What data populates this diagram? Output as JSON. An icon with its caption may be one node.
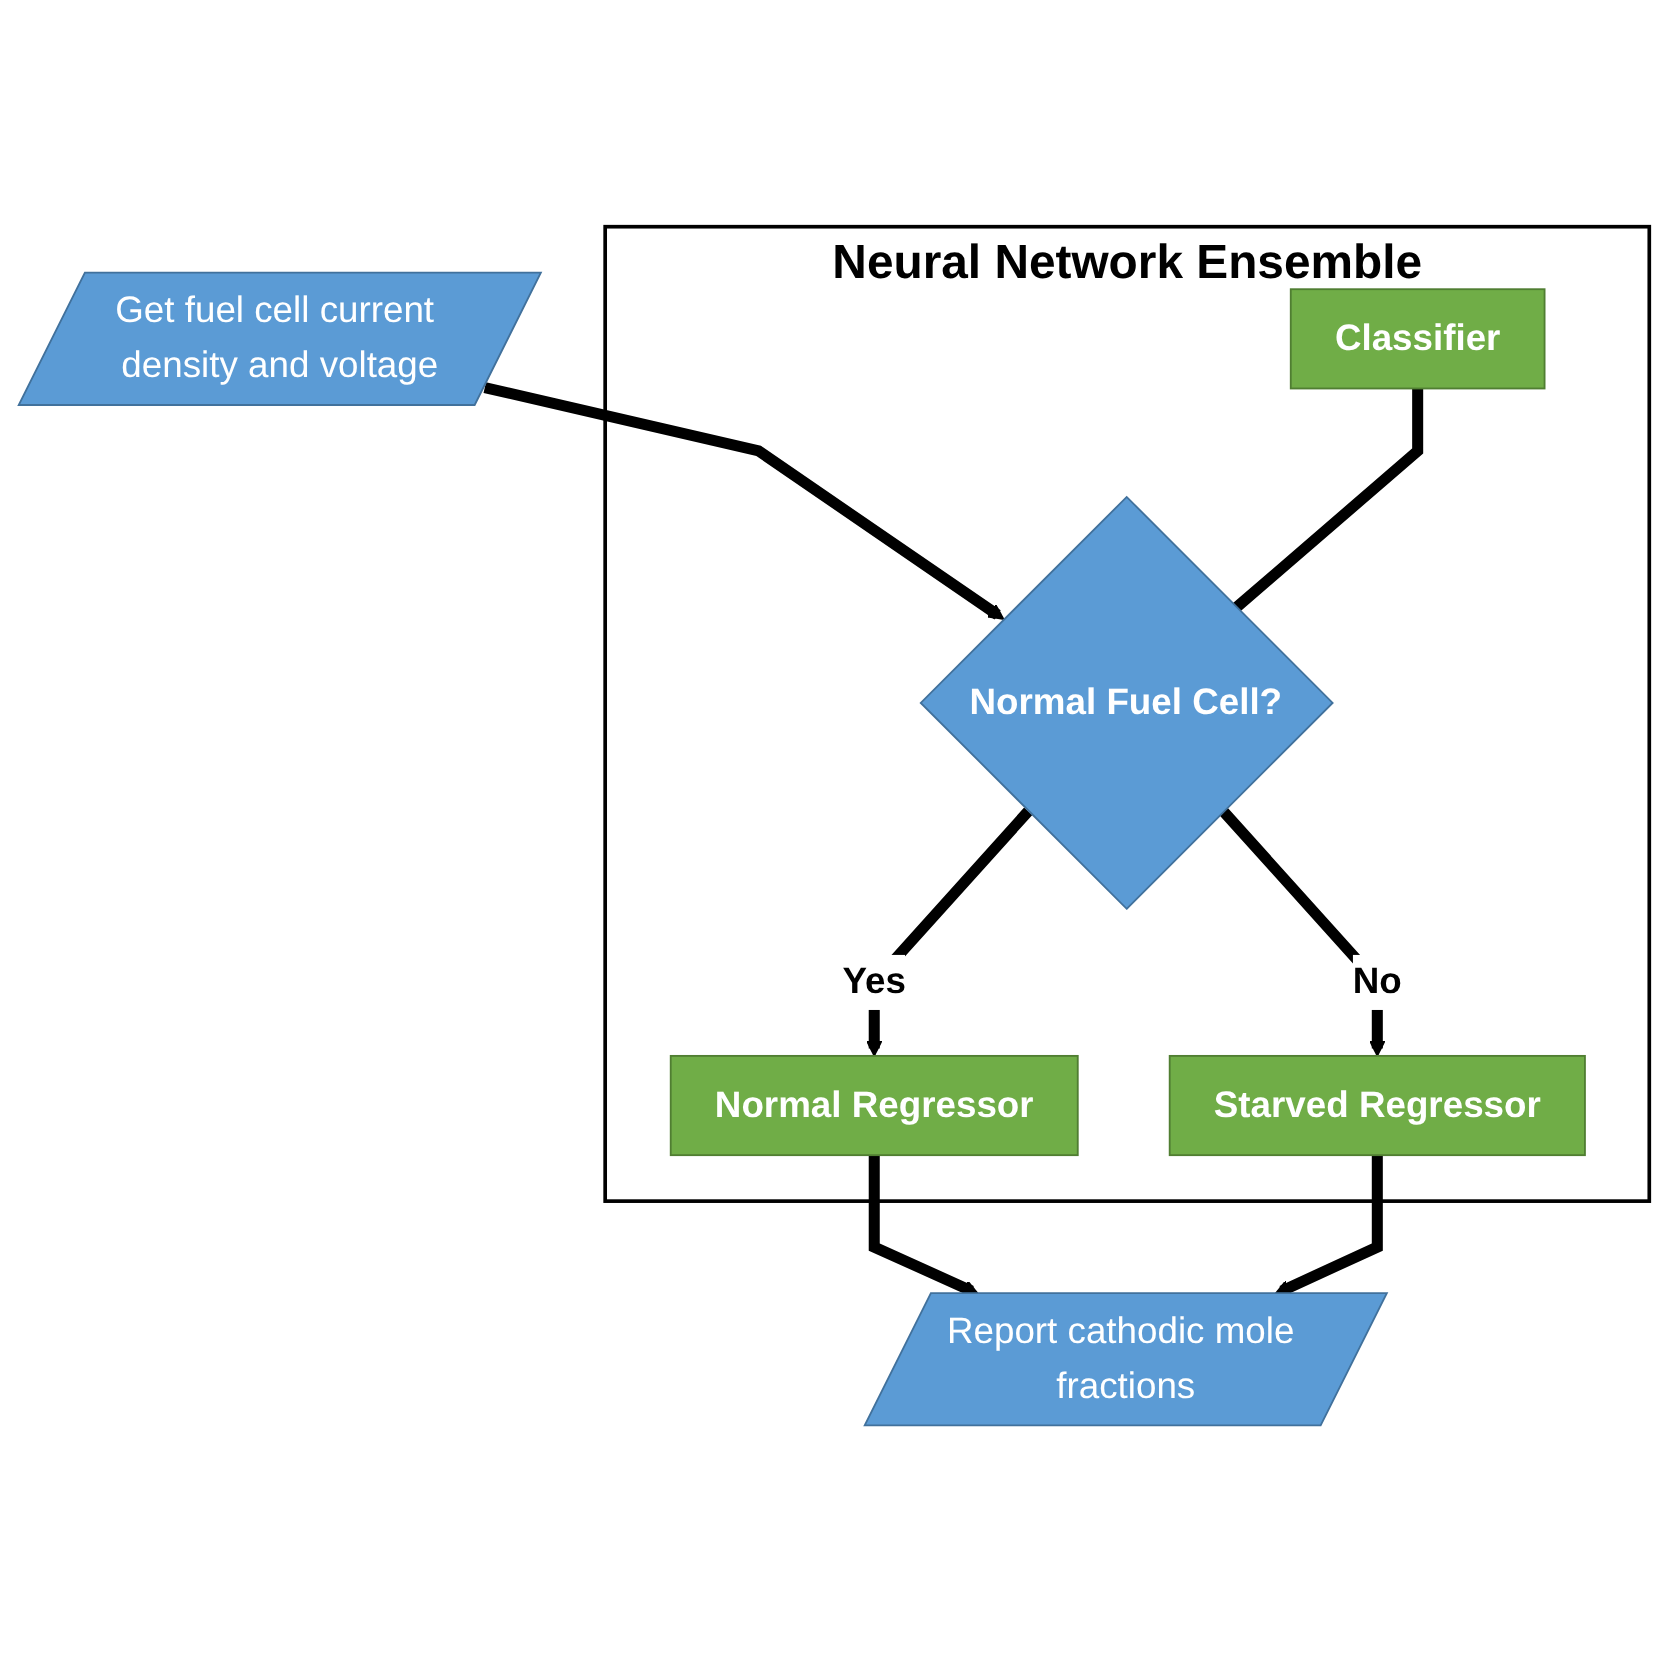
{
  "diagram": {
    "nodes": [
      {
        "text": [
          "Get fuel cell current density and voltage"
        ]
      },
      {
        "text": [
          "Neural Network Ensemble"
        ]
      },
      {
        "text": [
          "Normal Fuel Cell?"
        ],
        "in": 1
      },
      {
        "text": [
          "Classifier"
        ],
        "in": 1
      },
      {
        "text": [
          "Normal Regressor"
        ],
        "in": 1
      },
      {
        "text": [
          "Starved Regressor"
        ],
        "in": 1
      },
      {
        "text": [
          "Report cathodic mole fractions"
        ]
      }
    ],
    "edges": [
      {
        "from": 0,
        "to": 2,
        "arrow": "to"
      },
      {
        "from": 3,
        "to": 2,
        "arrow": "none"
      },
      {
        "from": 2,
        "to": 4,
        "arrow": "to",
        "label": "Yes"
      },
      {
        "from": 2,
        "to": 5,
        "arrow": "to",
        "label": "No"
      },
      {
        "from": 4,
        "to": 6,
        "arrow": "to"
      },
      {
        "from": 5,
        "to": 6,
        "arrow": "to"
      }
    ]
  }
}
